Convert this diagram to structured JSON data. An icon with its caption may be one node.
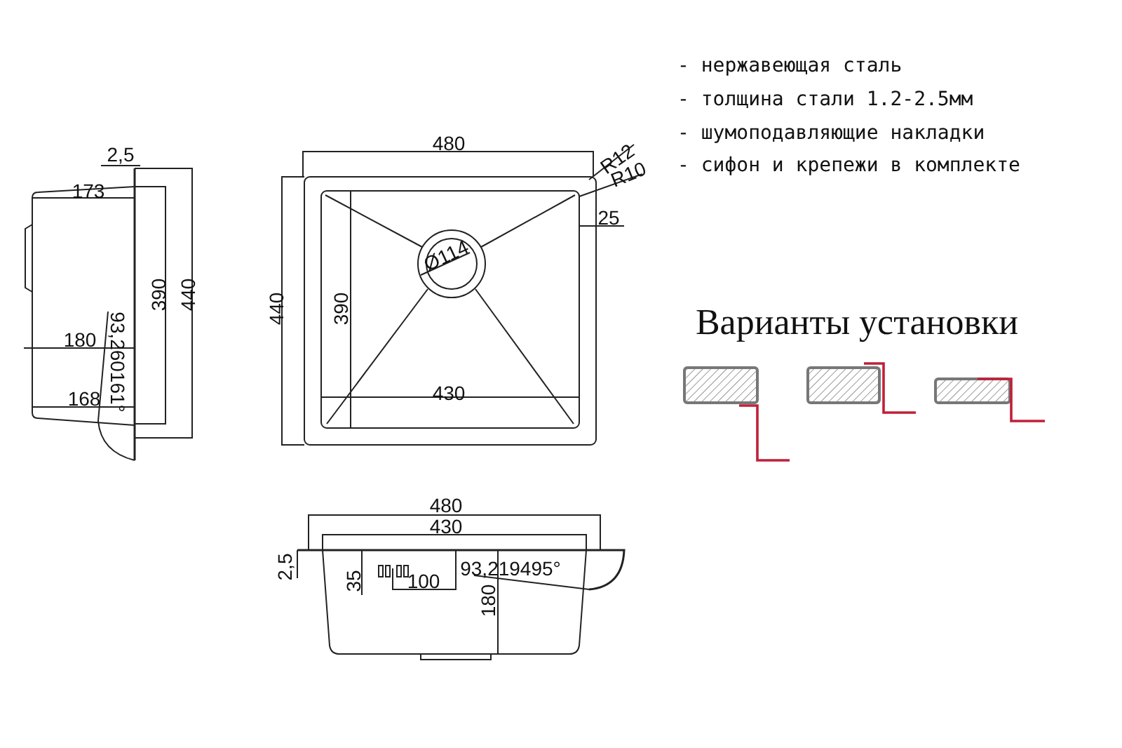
{
  "diagram": {
    "labels": [
      "- нержавеющая сталь",
      "- толщина стали 1.2-2.5мм",
      "- шумоподавляющие накладки",
      "- сифон и крепежи в комплекте",
      "Варианты установки",
      "2,5",
      "173",
      "390",
      "440",
      "180",
      "93,260161°",
      "168",
      "480",
      "R12",
      "R10",
      "25",
      "Ø114",
      "440",
      "390",
      "430",
      "480",
      "430",
      "2,5",
      "35",
      "100",
      "93,219495°",
      "180"
    ]
  }
}
